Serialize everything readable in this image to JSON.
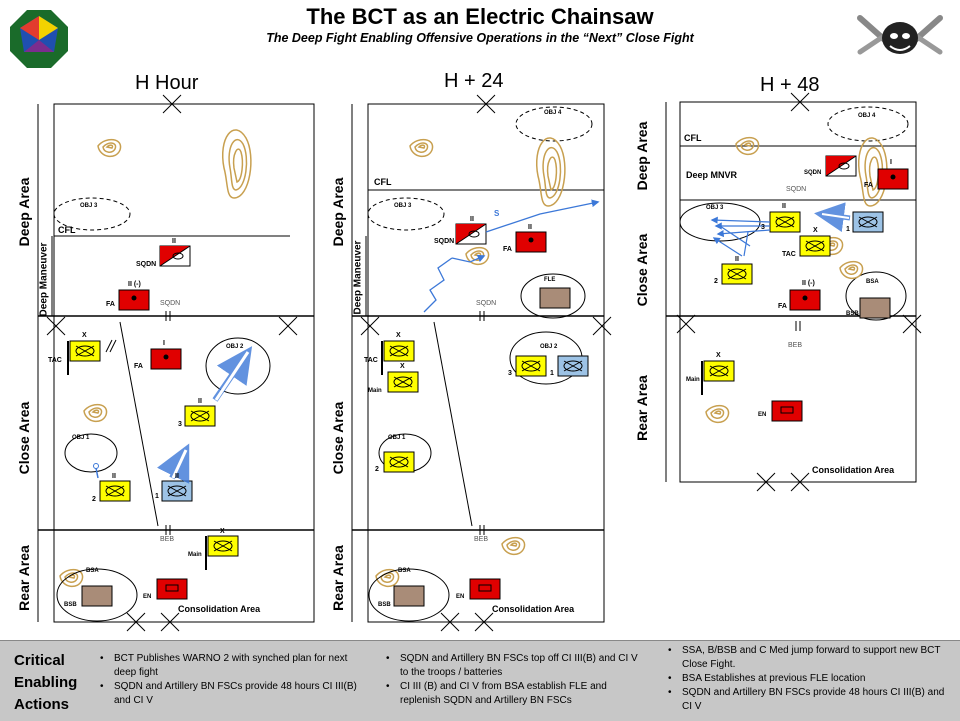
{
  "header": {
    "title": "The BCT as an Electric Chainsaw",
    "subtitle": "The Deep Fight Enabling Offensive Operations in the “Next” Close Fight"
  },
  "logos": {
    "left": "division-patch",
    "right": "squadron-crest"
  },
  "phases": [
    {
      "label": "H Hour"
    },
    {
      "label": "H + 24"
    },
    {
      "label": "H + 48"
    }
  ],
  "areas": {
    "deep": "Deep Area",
    "close": "Close Area",
    "rear": "Rear Area",
    "deep_maneuver": "Deep Maneuver",
    "deep_mnvr": "Deep MNVR"
  },
  "boundaries": {
    "cfl": "CFL",
    "sqdn": "SQDN",
    "beb": "BEB"
  },
  "objectives": {
    "obj1": "OBJ 1",
    "obj2": "OBJ 2",
    "obj3": "OBJ 3",
    "obj4": "OBJ 4"
  },
  "units": {
    "sqdn": "SQDN",
    "fa": "FA",
    "tac": "TAC",
    "main": "Main",
    "en": "EN",
    "bsa": "BSA",
    "bsb": "BSB",
    "fle": "FLE",
    "n1": "1",
    "n2": "2",
    "n3": "3",
    "sym_ii": "II",
    "sym_i": "I",
    "sym_x": "X",
    "sym_iii_parens": "II (-)",
    "s": "S"
  },
  "consolidation": "Consolidation Area",
  "actions": {
    "heading_lines": [
      "Critical",
      "Enabling",
      "Actions"
    ],
    "h_hour": [
      "BCT Publishes WARNO 2 with synched plan for next deep fight",
      "SQDN and Artillery BN FSCs provide 48 hours CI III(B) and CI V"
    ],
    "h_24": [
      "SQDN and Artillery BN FSCs top off CI III(B) and CI V to the troops / batteries",
      "CI III (B) and CI V from BSA establish FLE and replenish SQDN and Artillery BN FSCs"
    ],
    "h_48": [
      "SSA, B/BSB and C Med jump forward to support new BCT Close Fight.",
      "BSA Establishes at previous FLE location",
      "SQDN and Artillery BN FSCs provide 48 hours CI III(B) and CI V"
    ]
  },
  "colors": {
    "friendly_blue": "#9dc3e6",
    "maneuver_yellow": "#ffff00",
    "enemy_red": "#e00000",
    "sustainment_brown": "#a98c78",
    "terrain_tan": "#c8a050",
    "arrow_blue": "#3c78d8",
    "footer_gray": "#c7c7c7"
  }
}
